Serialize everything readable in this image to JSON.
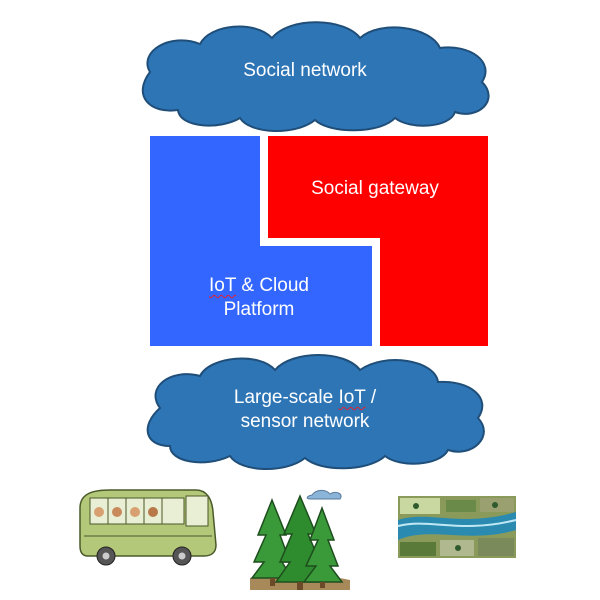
{
  "clouds": {
    "top": {
      "label": "Social network"
    },
    "bottom": {
      "line1_prefix": "Large-scale ",
      "line1_iot": "IoT",
      "line1_suffix": " /",
      "line2": "sensor network"
    }
  },
  "blocks": {
    "blue": {
      "line1_iot": "IoT",
      "line1_rest": " & Cloud",
      "line2": "Platform",
      "color": "#3366ff"
    },
    "red": {
      "label": "Social gateway",
      "color": "#ff0000"
    }
  },
  "colors": {
    "cloud_fill": "#2e75b6",
    "cloud_stroke": "#1f4e79"
  },
  "icons": [
    "bus-icon",
    "forest-trees-icon",
    "aerial-landscape-icon"
  ]
}
